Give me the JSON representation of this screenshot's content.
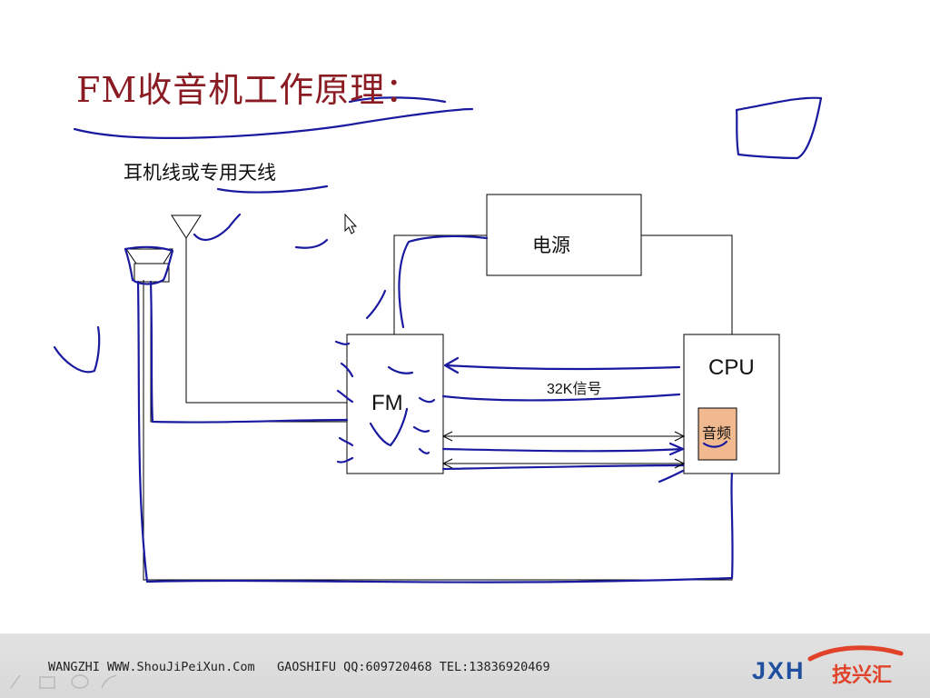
{
  "slide": {
    "title": "FM收音机工作原理：",
    "subtitle": "耳机线或专用天线"
  },
  "diagram": {
    "power_label": "电源",
    "cpu_label": "CPU",
    "fm_label": "FM",
    "signal_label": "32K信号",
    "audio_label": "音频"
  },
  "footer": {
    "contact_text": "WANGZHI WWW.ShouJiPeiXun.Com   GAOSHIFU QQ:609720468 TEL:13836920469",
    "brand_latin": "JXH",
    "brand_cn": "技兴汇"
  },
  "colors": {
    "title": "#8b1b22",
    "ink": "#1a1aa0",
    "audio_box": "#f0b98f",
    "brand_blue": "#1f4f9e",
    "brand_red": "#e0432a",
    "footer_bg": "#dedede"
  },
  "icons": {
    "pointer": "mouse-pointer-icon",
    "antenna": "antenna-icon",
    "speaker": "speaker-icon"
  }
}
